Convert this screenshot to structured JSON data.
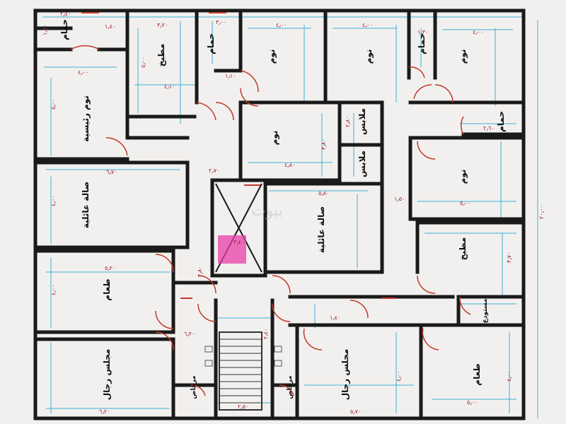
{
  "plan": {
    "rooms": {
      "bath_top_left": "حمام",
      "kitchen_top": "مطبخ",
      "bath_top_center": "حمام",
      "bed_top_1": "نوم",
      "bed_top_2": "نوم",
      "bath_top_right": "حمام",
      "bed_top_right": "نوم",
      "master_bed": "نوم رئيسية",
      "bed_center": "نوم",
      "dressing": "ملابس",
      "dressing_2": "ملابس",
      "bath_right": "حمام",
      "bed_right": "نوم",
      "family_hall_left": "صالة عائلية",
      "family_hall_center": "صالة عائلية",
      "kitchen_right": "مطبخ",
      "dining_left": "طعام",
      "storage": "مستودع",
      "men_majlis_left": "مجلس رجال",
      "men_majlis_right": "مجلس رجال",
      "dining_right": "طعام",
      "wc_left": "مرحاض",
      "wc_right": "مرحاض"
    },
    "dims": {
      "d1": "٢٫٤٠",
      "d2": "١٫٤٠",
      "d3": "١٫٨٠",
      "d4": "٣٫٢٠",
      "d5": "٣٫٠٠",
      "d6": "٤٫٠٠",
      "d7": "٤٫٠٠",
      "d8": "١٫٣٠",
      "d9": "٤٫٠٠",
      "d10": "٥٫٠٠",
      "d11": "٤٫٠٠",
      "d12": "٤٫١٠",
      "d13": "١٫١٠",
      "d14": "٥٫٠٠",
      "d15": "٢٫٨٠",
      "d16": "٢٫٦٠",
      "d17": "٣٫٨٠",
      "d18": "٤٫٨٠",
      "d19": "٢٫٧٠",
      "d20": "٦٫٧٠",
      "d21": "٥٫٨٠",
      "d22": "١٫٥٠",
      "d23": "٥٫٠٠",
      "d24": "٤٫٠٠",
      "d25": "٥٫٢٠",
      "d26": "٣٫٧٠",
      "d27": "٤٫٠٠",
      "d28": "٦٫٢٠",
      "d29": "٢٫٨٠",
      "d30": "١٫٤٠",
      "d31": "٢٫٥٠",
      "d32": "٥٫٧٠",
      "d33": "٥٫٠٠",
      "d34": "٦٫٢٠",
      "d35": "٤٫٠٠",
      "d36": "٢٠٫٠٠",
      "d37": "٤٫٠٠",
      "d38": "٣٫٤٠",
      "d39": "٢٫٤٠"
    },
    "watermark": "بيوت",
    "colors": {
      "wall": "#1a1a1a",
      "door": "#c0392b",
      "dimline": "#3ab0d8",
      "dimtext": "#9b1a3a",
      "highlight": "#e83fa8",
      "paper": "#f2f0ee"
    }
  }
}
